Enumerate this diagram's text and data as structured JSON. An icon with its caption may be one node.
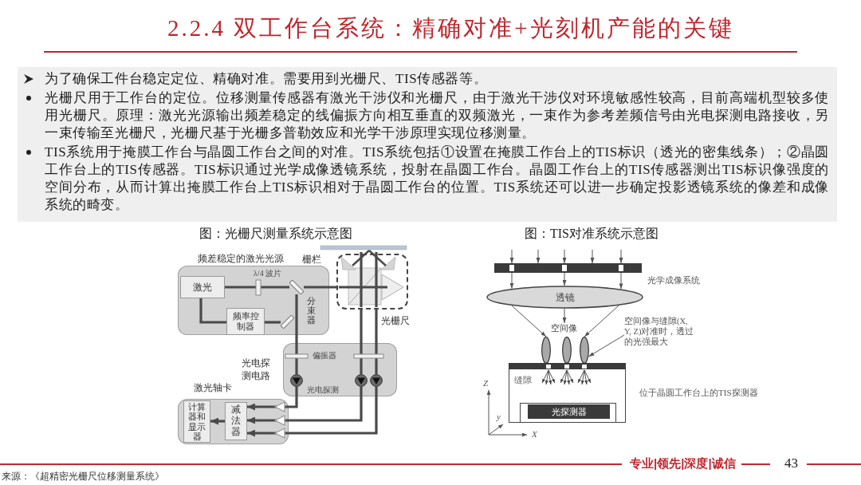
{
  "diagram": {
    "title": "2.2.4 双工作台系统：精确对准+光刻机产能的关键",
    "nodes": [
      {
        "text": [
          "为了确保工件台稳定定位、精确对准。需要用到光栅尺、TIS传感器等。",
          "光栅尺用于工作台的定位。位移测量传感器有激光干涉仪和光栅尺，由于激光干涉仪对环境敏感性较高，目前高端机型较多使用光栅尺。原理：激光光源输出频差稳定的线偏振方向相互垂直的双频激光，一束作为参考差频信号由光电探测电路接收，另一束传输至光栅尺，光栅尺基于光栅多普勒效应和光学干涉原理实现位移测量。",
          "TIS系统用于掩膜工作台与晶圆工作台之间的对准。TIS系统包括①设置在掩膜工作台上的TIS标识（透光的密集线条）；②晶圆工作台上的TIS传感器。TIS标识通过光学成像透镜系统，投射在晶圆工作台。晶圆工作台上的TIS传感器测出TIS标识像强度的空间分布，从而计算出掩膜工作台上TIS标识相对于晶圆工作台的位置。TIS系统还可以进一步确定投影透镜系统的像差和成像系统的畸变。"
        ]
      },
      {
        "text": [
          "频差稳定的激光光源",
          "λ/4 波片",
          "分束器"
        ]
      },
      {
        "text": [
          "激光"
        ],
        "in": 1
      },
      {
        "text": [
          "频率控制器"
        ],
        "in": 1
      },
      {
        "text": [],
        "shape": "bar",
        "in": 1
      },
      {
        "text": [],
        "shape": "bar",
        "in": 1
      },
      {
        "text": [
          "光栅尺"
        ]
      },
      {
        "text": [
          "光电探测电路",
          "偏振器",
          "光电探测"
        ]
      },
      {
        "text": [],
        "shape": "circle",
        "in": 7
      },
      {
        "text": [],
        "shape": "circle",
        "in": 7
      },
      {
        "text": [],
        "shape": "circle",
        "in": 7
      },
      {
        "text": [
          "激光轴卡"
        ]
      },
      {
        "text": [
          "计算器和显示器"
        ],
        "in": 11
      },
      {
        "text": [
          "减法器"
        ],
        "in": 11
      },
      {
        "text": [],
        "shape": "bar"
      },
      {
        "text": [
          "透镜"
        ]
      },
      {
        "text": [
          "空间像"
        ]
      },
      {
        "text": [],
        "shape": "ellipse"
      },
      {
        "text": [],
        "shape": "ellipse"
      },
      {
        "text": [],
        "shape": "ellipse"
      },
      {
        "text": [
          "空间像与缝隙(X, Y, Z)对准时，透过的光强最大"
        ]
      },
      {
        "text": [
          "缝隙"
        ],
        "beside": [
          "位于晶圆工作台上的TIS探测器"
        ]
      },
      {
        "text": [
          "光探测器"
        ],
        "in": 21
      }
    ],
    "edges": [
      {
        "from": 2,
        "to": 3,
        "arrow": "none",
        "style": "thick"
      },
      {
        "from": 3,
        "to": 5,
        "arrow": "none",
        "style": "thick"
      },
      {
        "from": 2,
        "to": 4,
        "arrow": "none",
        "style": "thick"
      },
      {
        "from": 4,
        "to": 6,
        "arrow": "none",
        "style": "thick"
      },
      {
        "from": 4,
        "to": 8,
        "arrow": "none",
        "style": "thick"
      },
      {
        "from": 6,
        "to": 9,
        "arrow": "none",
        "style": "thick"
      },
      {
        "from": 6,
        "to": 10,
        "arrow": "none",
        "style": "thick"
      },
      {
        "from": 8,
        "to": 13,
        "arrow": "to",
        "style": "thick"
      },
      {
        "from": 9,
        "to": 13,
        "arrow": "to",
        "style": "thick"
      },
      {
        "from": 10,
        "to": 13,
        "arrow": "to",
        "style": "thick"
      },
      {
        "from": 13,
        "to": 12,
        "arrow": "to",
        "style": "thick"
      },
      {
        "from": null,
        "to": 14,
        "arrow": "to"
      },
      {
        "from": null,
        "to": 14,
        "arrow": "to"
      },
      {
        "from": null,
        "to": 14,
        "arrow": "to"
      },
      {
        "from": null,
        "to": 14,
        "arrow": "to"
      },
      {
        "from": null,
        "to": 14,
        "arrow": "to"
      },
      {
        "from": 14,
        "to": 15,
        "arrow": "to"
      },
      {
        "from": 14,
        "to": 15,
        "arrow": "to"
      },
      {
        "from": 14,
        "to": 15,
        "arrow": "to"
      },
      {
        "from": 15,
        "to": 17,
        "arrow": "to"
      },
      {
        "from": 15,
        "to": 16,
        "arrow": "to"
      },
      {
        "from": 15,
        "to": 19,
        "arrow": "to"
      },
      {
        "from": 20,
        "to": 19,
        "arrow": "to"
      }
    ],
    "labels": [
      "图：光栅尺测量系统示意图",
      "图：TIS对准系统示意图",
      "栅栏",
      "光学成像系统",
      "Z",
      "y",
      "X",
      "专业|领先|深度|诚信",
      "43",
      "来源：《超精密光栅尺位移测量系统》"
    ]
  }
}
